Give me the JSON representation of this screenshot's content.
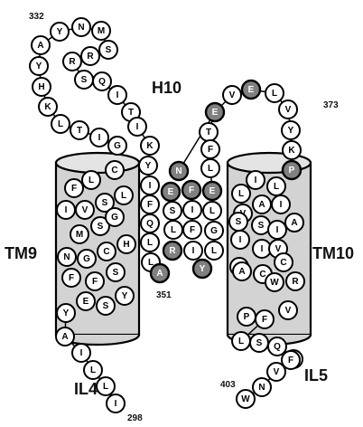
{
  "labels": {
    "h10": "H10",
    "tm9": "TM9",
    "tm10": "TM10",
    "il4": "IL4",
    "il5": "IL5",
    "n332": "332",
    "n373": "373",
    "n351": "351",
    "n403": "403",
    "n298": "298"
  },
  "colors": {
    "cylinder_fill": "#d3d3d3",
    "cylinder_top": "#e4e4e4",
    "outline": "#000000",
    "residue_white": "#ffffff",
    "residue_gray": "#808080",
    "residue_dark": "#555555"
  },
  "residues": [
    {
      "id": "r332a",
      "letter": "A",
      "fill": "white"
    },
    {
      "id": "r332b",
      "letter": "Y",
      "fill": "white"
    },
    {
      "id": "r332c",
      "letter": "N",
      "fill": "white"
    },
    {
      "id": "r332d",
      "letter": "M",
      "fill": "white"
    },
    {
      "id": "r332e",
      "letter": "S",
      "fill": "white"
    },
    {
      "id": "r332f",
      "letter": "R",
      "fill": "white"
    },
    {
      "id": "r332g",
      "letter": "R",
      "fill": "white"
    },
    {
      "id": "r332h",
      "letter": "S",
      "fill": "white"
    },
    {
      "id": "r332i",
      "letter": "Q",
      "fill": "white"
    },
    {
      "id": "r332j",
      "letter": "I",
      "fill": "white"
    },
    {
      "id": "r332k",
      "letter": "T",
      "fill": "white"
    },
    {
      "id": "r332l",
      "letter": "Y",
      "fill": "white"
    },
    {
      "id": "r332m",
      "letter": "H",
      "fill": "white"
    },
    {
      "id": "r332n",
      "letter": "K",
      "fill": "white"
    },
    {
      "id": "r332o",
      "letter": "L",
      "fill": "white"
    },
    {
      "id": "r332p",
      "letter": "T",
      "fill": "white"
    },
    {
      "id": "r332q",
      "letter": "I",
      "fill": "white"
    },
    {
      "id": "r332r",
      "letter": "G",
      "fill": "white"
    },
    {
      "id": "h10a",
      "letter": "I",
      "fill": "white"
    },
    {
      "id": "h10b",
      "letter": "K",
      "fill": "white"
    },
    {
      "id": "h10c",
      "letter": "Y",
      "fill": "white"
    },
    {
      "id": "h10d",
      "letter": "I",
      "fill": "white"
    },
    {
      "id": "h10e",
      "letter": "F",
      "fill": "white"
    },
    {
      "id": "h10f",
      "letter": "Q",
      "fill": "white"
    },
    {
      "id": "h10g",
      "letter": "L",
      "fill": "white"
    },
    {
      "id": "h10h",
      "letter": "L",
      "fill": "white"
    },
    {
      "id": "h10i",
      "letter": "N",
      "fill": "gray"
    },
    {
      "id": "h10j",
      "letter": "E",
      "fill": "gray"
    },
    {
      "id": "h10k",
      "letter": "F",
      "fill": "gray"
    },
    {
      "id": "h10l",
      "letter": "E",
      "fill": "gray"
    },
    {
      "id": "h10m",
      "letter": "S",
      "fill": "white"
    },
    {
      "id": "h10n",
      "letter": "I",
      "fill": "white"
    },
    {
      "id": "h10o",
      "letter": "L",
      "fill": "white"
    },
    {
      "id": "h10p",
      "letter": "L",
      "fill": "white"
    },
    {
      "id": "h10q",
      "letter": "F",
      "fill": "white"
    },
    {
      "id": "h10r",
      "letter": "G",
      "fill": "white"
    },
    {
      "id": "h10s",
      "letter": "R",
      "fill": "gray"
    },
    {
      "id": "h10t",
      "letter": "I",
      "fill": "white"
    },
    {
      "id": "h10u",
      "letter": "L",
      "fill": "white"
    },
    {
      "id": "h10v",
      "letter": "A",
      "fill": "gray"
    },
    {
      "id": "h10w",
      "letter": "Y",
      "fill": "gray"
    },
    {
      "id": "tm9a",
      "letter": "L",
      "fill": "white"
    },
    {
      "id": "tm9b",
      "letter": "F",
      "fill": "white"
    },
    {
      "id": "tm9c",
      "letter": "C",
      "fill": "white"
    },
    {
      "id": "tm9d",
      "letter": "I",
      "fill": "white"
    },
    {
      "id": "tm9e",
      "letter": "V",
      "fill": "white"
    },
    {
      "id": "tm9f",
      "letter": "S",
      "fill": "white"
    },
    {
      "id": "tm9g",
      "letter": "L",
      "fill": "white"
    },
    {
      "id": "tm9h",
      "letter": "M",
      "fill": "white"
    },
    {
      "id": "tm9i",
      "letter": "S",
      "fill": "white"
    },
    {
      "id": "tm9j",
      "letter": "G",
      "fill": "white"
    },
    {
      "id": "tm9k",
      "letter": "N",
      "fill": "white"
    },
    {
      "id": "tm9l",
      "letter": "G",
      "fill": "white"
    },
    {
      "id": "tm9m",
      "letter": "C",
      "fill": "white"
    },
    {
      "id": "tm9n",
      "letter": "H",
      "fill": "white"
    },
    {
      "id": "tm9o",
      "letter": "F",
      "fill": "white"
    },
    {
      "id": "tm9p",
      "letter": "F",
      "fill": "white"
    },
    {
      "id": "tm9q",
      "letter": "S",
      "fill": "white"
    },
    {
      "id": "tm9r",
      "letter": "Y",
      "fill": "white"
    },
    {
      "id": "tm9s",
      "letter": "E",
      "fill": "white"
    },
    {
      "id": "tm9t",
      "letter": "S",
      "fill": "white"
    },
    {
      "id": "tm9u",
      "letter": "Y",
      "fill": "white"
    },
    {
      "id": "il4a",
      "letter": "A",
      "fill": "white"
    },
    {
      "id": "il4b",
      "letter": "I",
      "fill": "white"
    },
    {
      "id": "il4c",
      "letter": "L",
      "fill": "white"
    },
    {
      "id": "il4d",
      "letter": "L",
      "fill": "white"
    },
    {
      "id": "il4e",
      "letter": "I",
      "fill": "white"
    },
    {
      "id": "l373a",
      "letter": "E",
      "fill": "gray"
    },
    {
      "id": "l373b",
      "letter": "V",
      "fill": "white"
    },
    {
      "id": "l373c",
      "letter": "E",
      "fill": "gray"
    },
    {
      "id": "l373d",
      "letter": "L",
      "fill": "white"
    },
    {
      "id": "l373e",
      "letter": "V",
      "fill": "white"
    },
    {
      "id": "l373f",
      "letter": "Y",
      "fill": "white"
    },
    {
      "id": "l373g",
      "letter": "K",
      "fill": "white"
    },
    {
      "id": "l373h",
      "letter": "P",
      "fill": "gray"
    },
    {
      "id": "l373i",
      "letter": "T",
      "fill": "white"
    },
    {
      "id": "l373j",
      "letter": "F",
      "fill": "white"
    },
    {
      "id": "l373k",
      "letter": "L",
      "fill": "white"
    },
    {
      "id": "tm10a",
      "letter": "I",
      "fill": "white"
    },
    {
      "id": "tm10b",
      "letter": "L",
      "fill": "white"
    },
    {
      "id": "tm10c",
      "letter": "L",
      "fill": "white"
    },
    {
      "id": "tm10d",
      "letter": "A",
      "fill": "white"
    },
    {
      "id": "tm10e",
      "letter": "V",
      "fill": "white"
    },
    {
      "id": "tm10f",
      "letter": "I",
      "fill": "white"
    },
    {
      "id": "tm10g",
      "letter": "S",
      "fill": "white"
    },
    {
      "id": "tm10h",
      "letter": "I",
      "fill": "white"
    },
    {
      "id": "tm10i",
      "letter": "A",
      "fill": "white"
    },
    {
      "id": "tm10j",
      "letter": "I",
      "fill": "white"
    },
    {
      "id": "tm10k",
      "letter": "S",
      "fill": "white"
    },
    {
      "id": "tm10l",
      "letter": "I",
      "fill": "white"
    },
    {
      "id": "tm10m",
      "letter": "A",
      "fill": "white"
    },
    {
      "id": "tm10n",
      "letter": "V",
      "fill": "white"
    },
    {
      "id": "tm10o",
      "letter": "C",
      "fill": "white"
    },
    {
      "id": "tm10p",
      "letter": "A",
      "fill": "white"
    },
    {
      "id": "tm10q",
      "letter": "C",
      "fill": "white"
    },
    {
      "id": "tm10r",
      "letter": "W",
      "fill": "white"
    },
    {
      "id": "tm10s",
      "letter": "R",
      "fill": "white"
    },
    {
      "id": "tm10t",
      "letter": "P",
      "fill": "white"
    },
    {
      "id": "tm10u",
      "letter": "F",
      "fill": "white"
    },
    {
      "id": "tm10v",
      "letter": "V",
      "fill": "white"
    },
    {
      "id": "il5a",
      "letter": "L",
      "fill": "white"
    },
    {
      "id": "il5b",
      "letter": "S",
      "fill": "white"
    },
    {
      "id": "il5c",
      "letter": "Q",
      "fill": "white"
    },
    {
      "id": "il5d",
      "letter": "F",
      "fill": "white"
    },
    {
      "id": "il5e",
      "letter": "F",
      "fill": "white"
    },
    {
      "id": "il5f",
      "letter": "V",
      "fill": "white"
    },
    {
      "id": "il5g",
      "letter": "N",
      "fill": "white"
    },
    {
      "id": "il5h",
      "letter": "W",
      "fill": "white"
    }
  ]
}
